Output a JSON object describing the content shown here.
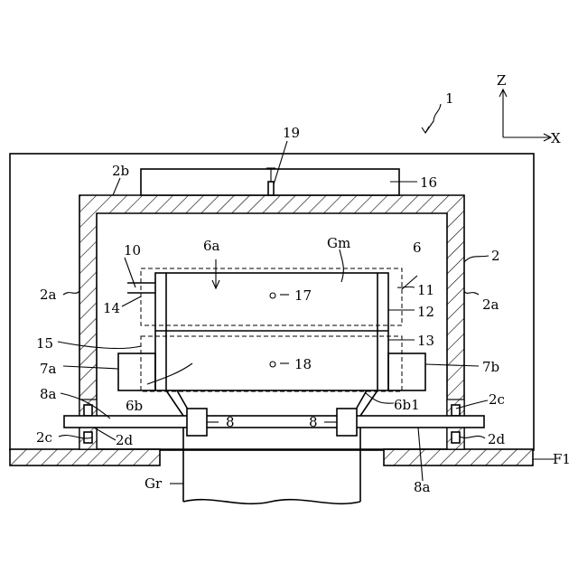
{
  "labels": {
    "fig_ref": "1",
    "axis_z": "Z",
    "axis_x": "X",
    "chamber": "2",
    "wall_left": "2a",
    "wall_right": "2a",
    "ceiling": "2b",
    "seal_right_top": "2c",
    "seal_left_bottom": "2c",
    "seal_left_d": "2d",
    "seal_right_d": "2d",
    "top_block": "16",
    "probe": "19",
    "unit": "6",
    "unit_top": "6a",
    "unit_bottom": "6b",
    "foot_right": "6b1",
    "gas_m": "Gm",
    "frame": "10",
    "heater": "11",
    "wall_12": "12",
    "wall_13": "13",
    "pipe_14": "14",
    "region_15": "15",
    "sensor_17": "17",
    "sensor_18": "18",
    "side_left": "7a",
    "side_right": "7b",
    "shaft_left": "8a",
    "shaft_right": "8a",
    "bearing_left": "8",
    "bearing_right": "8",
    "ground": "Gr",
    "floor": "F1"
  }
}
